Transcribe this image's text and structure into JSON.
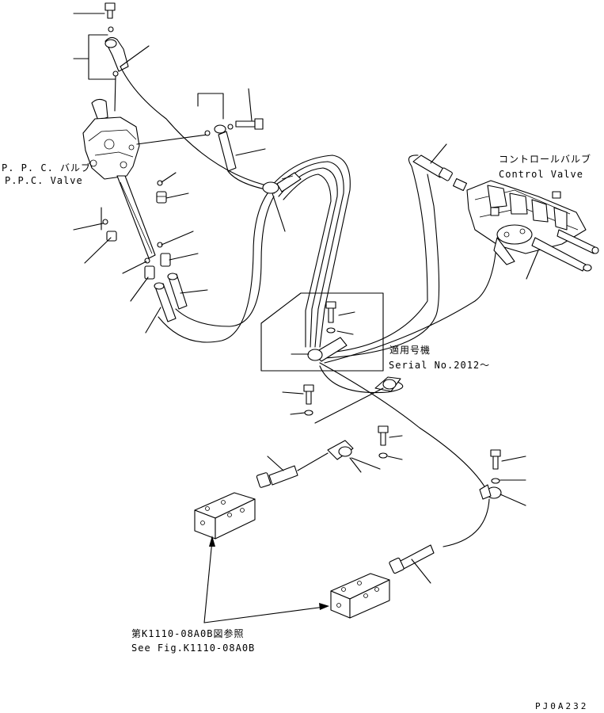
{
  "labels": {
    "ppc_valve_jp": "P. P. C. バルブ",
    "ppc_valve_en": "P.P.C. Valve",
    "control_valve_jp": "コントロールバルブ",
    "control_valve_en": "Control Valve",
    "serial_jp": "適用号機",
    "serial_en": "Serial No.2012～",
    "see_fig_jp": "第K1110-08A0B図参照",
    "see_fig_en": "See Fig.K1110-08A0B",
    "drawing_code": "PJ0A232"
  }
}
